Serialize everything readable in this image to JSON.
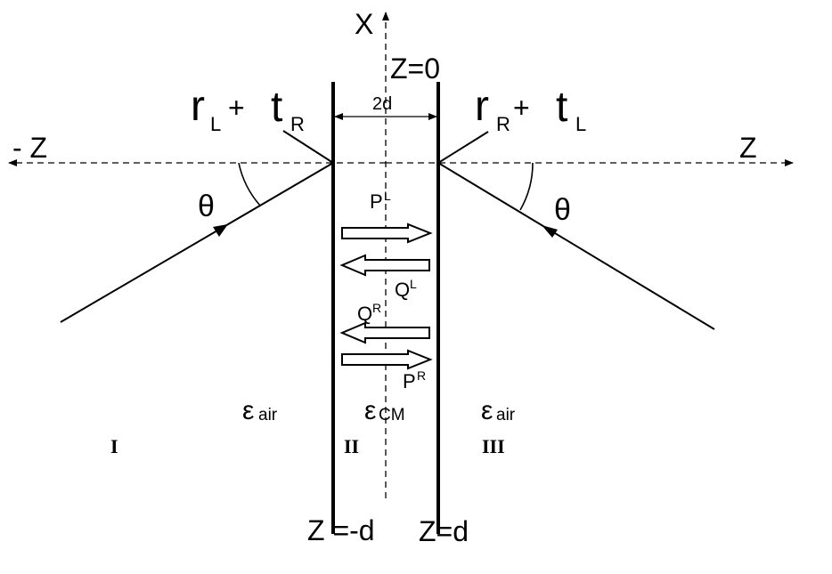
{
  "axes": {
    "x_axis_label": "X",
    "z_positive_label": "Z",
    "z_negative_label": "- Z"
  },
  "boundaries": {
    "center_label": "Z=0",
    "thickness_label": "2d",
    "left_label": "Z =-d",
    "right_label": "Z=d"
  },
  "left_side": {
    "output_r": "r",
    "output_r_sub": "L",
    "plus": "+",
    "output_t": "t",
    "output_t_sub": "R",
    "angle": "θ"
  },
  "right_side": {
    "output_r": "r",
    "output_r_sub": "R",
    "plus": "+",
    "output_t": "t",
    "output_t_sub": "L",
    "angle": "θ"
  },
  "waves": {
    "pl": {
      "base": "P",
      "sup": "L"
    },
    "ql": {
      "base": "Q",
      "sup": "L"
    },
    "qr": {
      "base": "Q",
      "sup": "R"
    },
    "pr": {
      "base": "P",
      "sup": "R"
    }
  },
  "media": {
    "left": {
      "symbol": "ε",
      "sub": "air"
    },
    "center": {
      "symbol": "ε",
      "sub": "CM"
    },
    "right": {
      "symbol": "ε",
      "sub": "air"
    }
  },
  "regions": {
    "one": "I",
    "two": "II",
    "three": "III"
  }
}
